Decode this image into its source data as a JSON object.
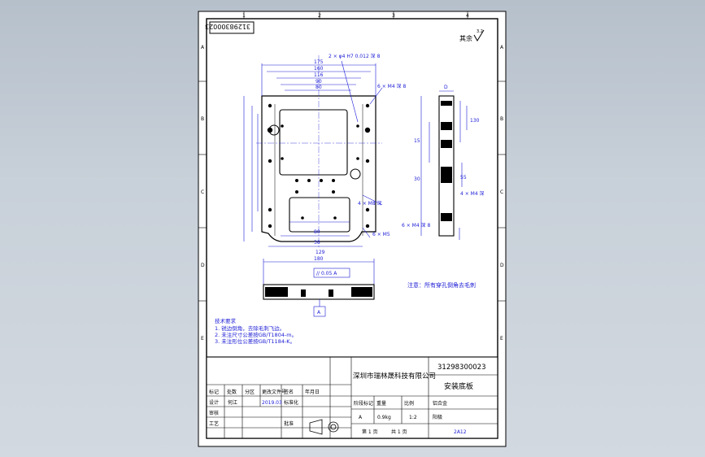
{
  "drawing": {
    "frame_letters_left": [
      "A",
      "B",
      "C",
      "D",
      "E"
    ],
    "frame_letters_right": [
      "A",
      "B",
      "C",
      "D",
      "E"
    ],
    "frame_numbers_top": [
      "1",
      "2",
      "3",
      "4"
    ],
    "corner_stamp": "31298300023",
    "roughness_note": "其余",
    "roughness_value": "3.2",
    "note_text": "注意：所有穿孔倒角去毛刺",
    "tech_req_title": "技术要求",
    "tech_req_lines": [
      "1. 锐边倒角，去除毛刺飞边。",
      "2. 未注尺寸公差按GB/T1804-m。",
      "3. 未注形位公差按GB/T1184-K。"
    ],
    "dims_top": [
      "2 × φ4 H7 0.012 深 8",
      "175",
      "160",
      "116",
      "90",
      "80",
      "6 × M4 深 8"
    ],
    "dims_side": [
      "D",
      "15",
      "30",
      "130",
      "55",
      "4 × M4 深",
      "6 × M4 深 8"
    ],
    "dim_bottom": [
      "30",
      "80",
      "129",
      "4 × M8 深",
      "6 × M5"
    ],
    "dim_front": [
      "180",
      "// 0.05 A",
      "A"
    ]
  },
  "title_block": {
    "company": "深圳市瑞林晟科技有限公司",
    "drawing_no": "31298300023",
    "part_name": "安装底板",
    "material": "铝合金",
    "stage_label": "阶段标记",
    "weight_label": "重量",
    "scale_label": "比例",
    "stage": "A",
    "weight": "0.9kg",
    "scale": "1:2",
    "sheet_total": "共 1 页",
    "sheet_no": "第 1 页",
    "format": "2A12",
    "rows_left": [
      "标记",
      "处数",
      "分区",
      "更改文件号",
      "签名",
      "年月日"
    ],
    "designer": "设计",
    "designer_name": "何江",
    "date": "2019.03",
    "standard": "标准化",
    "checker": "审核",
    "process": "工艺",
    "approve": "批准",
    "treatment": "阳极"
  }
}
